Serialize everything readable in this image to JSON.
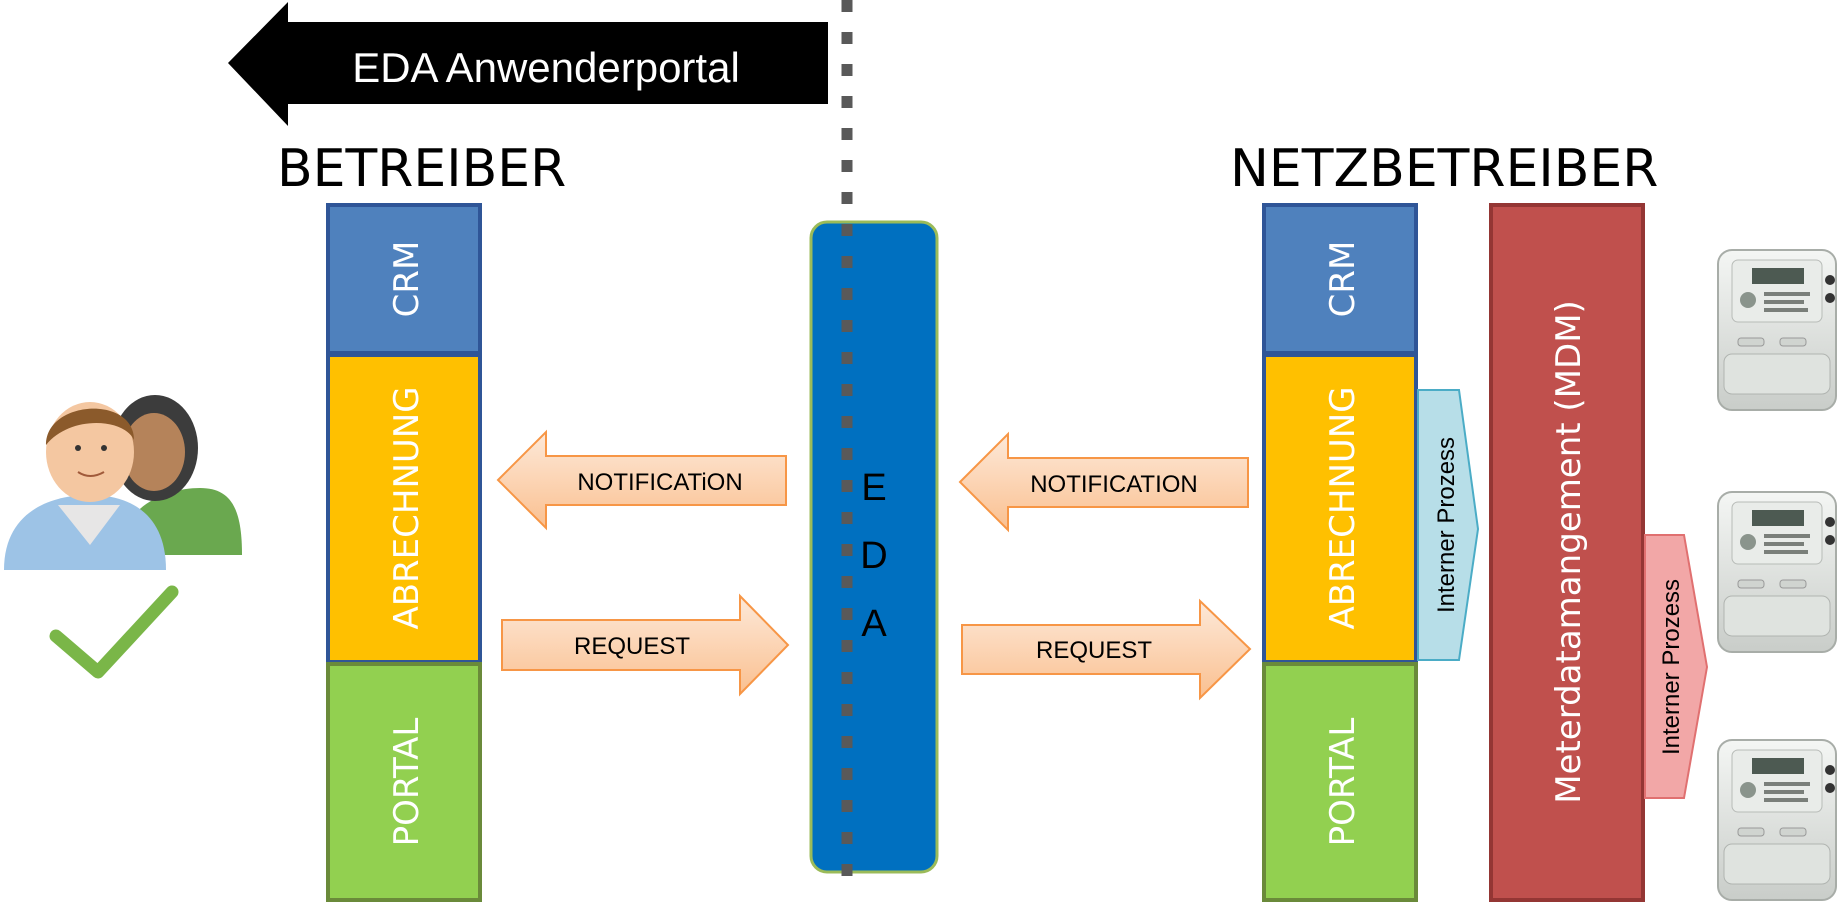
{
  "portal_banner": {
    "label": "EDA Anwenderportal"
  },
  "betreiber": {
    "title": "BETREIBER",
    "blocks": [
      {
        "label": "CRM",
        "color": "#4F81BD"
      },
      {
        "label": "ABRECHNUNG",
        "color": "#FFC000"
      },
      {
        "label": "PORTAL",
        "color": "#92D050"
      }
    ]
  },
  "netzbetreiber": {
    "title": "NETZBETREIBER",
    "blocks": [
      {
        "label": "CRM",
        "color": "#4F81BD"
      },
      {
        "label": "ABRECHNUNG",
        "color": "#FFC000"
      },
      {
        "label": "PORTAL",
        "color": "#92D050"
      }
    ]
  },
  "eda": {
    "letters": [
      "E",
      "D",
      "A"
    ],
    "color": "#0070C0"
  },
  "arrows_left": {
    "notification": "NOTIFICATiON",
    "request": "REQUEST"
  },
  "arrows_right": {
    "notification": "NOTIFICATION",
    "request": "REQUEST"
  },
  "internal_process_1": {
    "label": "Interner Prozess"
  },
  "mdm": {
    "label": "Meterdatamangement (MDM)",
    "color": "#C0504D"
  },
  "internal_process_2": {
    "label": "Interner Prozess"
  },
  "icons": [
    "users-icon",
    "checkmark-icon",
    "smart-meter-icon"
  ],
  "colors": {
    "arrow_fill": "#FBD4B4",
    "arrow_stroke": "#F79646",
    "internal_process_1_fill": "#B7DEE8",
    "internal_process_2_fill": "#F2A7A7",
    "divider": "#595959"
  }
}
